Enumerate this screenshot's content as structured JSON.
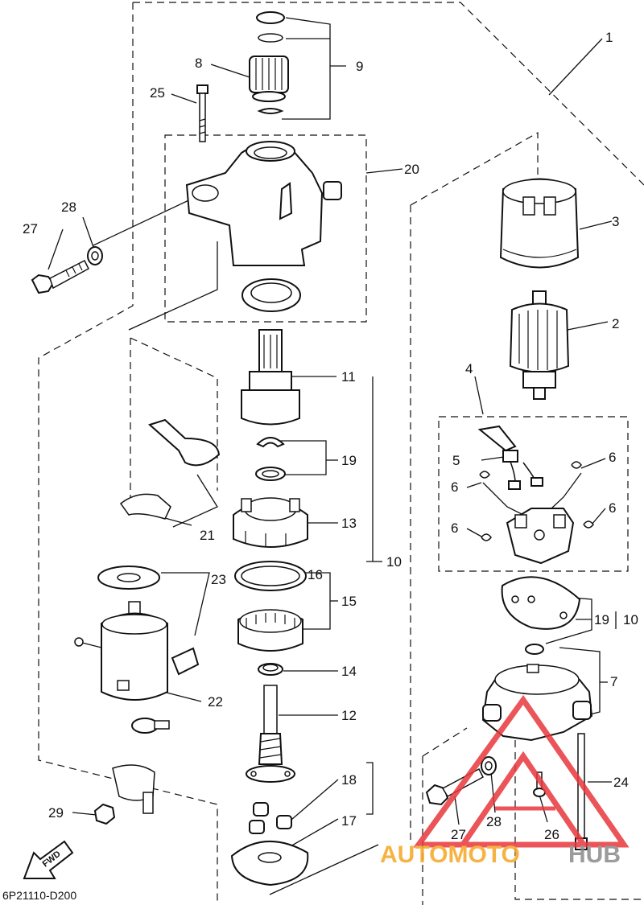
{
  "diagram": {
    "drawing_code": "6P21110-D200",
    "direction_label": "FWD",
    "watermark": {
      "text_orange": "AUTOMOTO",
      "text_gray": "HUB",
      "color_orange": "#f5a623",
      "color_gray": "#8a8a8a",
      "logo_color": "#e8383d"
    },
    "callouts": {
      "c1": "1",
      "c2": "2",
      "c3": "3",
      "c4": "4",
      "c5": "5",
      "c6a": "6",
      "c6b": "6",
      "c6c": "6",
      "c6d": "6",
      "c7": "7",
      "c8": "8",
      "c9": "9",
      "c10a": "10",
      "c10b": "10",
      "c11": "11",
      "c12": "12",
      "c13": "13",
      "c14": "14",
      "c15": "15",
      "c16": "16",
      "c17": "17",
      "c18": "18",
      "c19a": "19",
      "c19b": "19",
      "c20": "20",
      "c21": "21",
      "c22": "22",
      "c23": "23",
      "c24": "24",
      "c25": "25",
      "c26": "26",
      "c27a": "27",
      "c27b": "27",
      "c28a": "28",
      "c28b": "28",
      "c29": "29"
    }
  }
}
